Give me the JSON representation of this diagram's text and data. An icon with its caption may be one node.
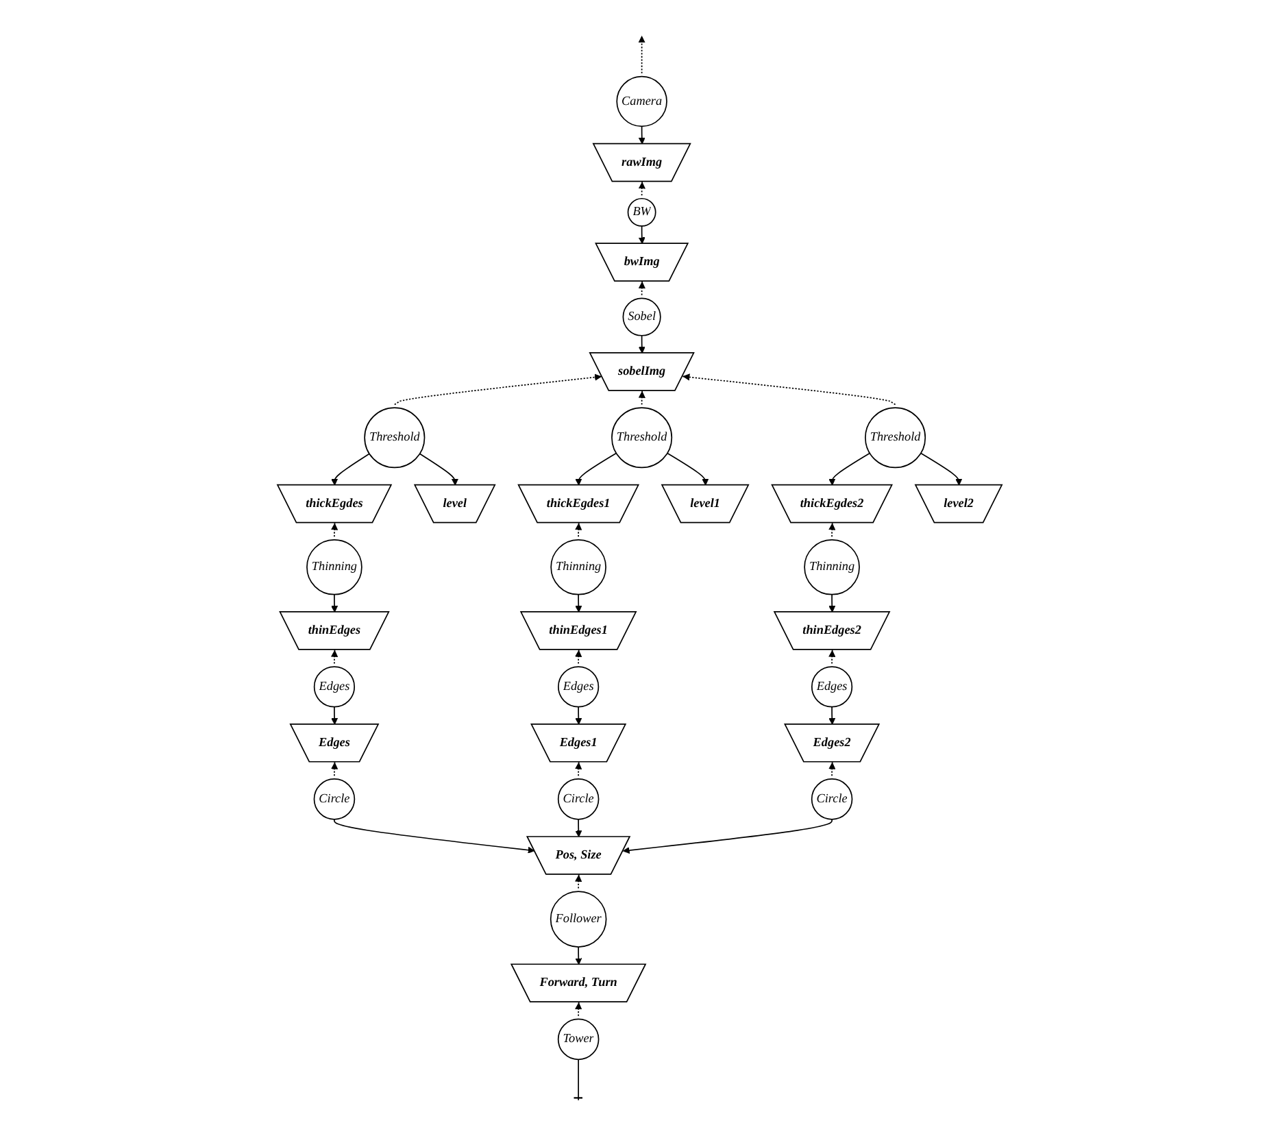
{
  "diagram": {
    "nodes": [
      {
        "text": [
          "rawImg"
        ]
      },
      {
        "text": [
          "bwImg"
        ]
      },
      {
        "text": [
          "sobelImg"
        ]
      },
      {
        "text": [
          "thickEgdes"
        ]
      },
      {
        "text": [
          "thinEdges"
        ]
      },
      {
        "text": [
          "Edges"
        ]
      },
      {
        "text": [
          "Pos, Size"
        ]
      },
      {
        "text": [
          "Forward, Turn"
        ]
      },
      {
        "text": [
          "Camera"
        ]
      },
      {
        "text": [
          "BW"
        ]
      },
      {
        "text": [
          "Sobel"
        ]
      },
      {
        "text": [
          "Threshold"
        ]
      },
      {
        "text": [
          "Thinning"
        ]
      },
      {
        "text": [
          "Edges"
        ]
      },
      {
        "text": [
          "Circle"
        ]
      },
      {
        "text": [
          "Follower"
        ]
      },
      {
        "text": [
          "Tower"
        ]
      },
      {
        "text": [
          "level"
        ]
      },
      {
        "text": [
          "thickEgdes1"
        ]
      },
      {
        "text": [
          "thinEdges1"
        ]
      },
      {
        "text": [
          "Edges1"
        ]
      },
      {
        "text": [
          "Threshold"
        ]
      },
      {
        "text": [
          "Thinning"
        ]
      },
      {
        "text": [
          "Edges"
        ]
      },
      {
        "text": [
          "Circle"
        ]
      },
      {
        "text": [
          "level1"
        ]
      },
      {
        "text": [
          "thickEgdes2"
        ]
      },
      {
        "text": [
          "thinEdges2"
        ]
      },
      {
        "text": [
          "Edges2"
        ]
      },
      {
        "text": [
          "Threshold"
        ]
      },
      {
        "text": [
          "Thinning"
        ]
      },
      {
        "text": [
          "Edges"
        ]
      },
      {
        "text": [
          "Circle"
        ]
      },
      {
        "text": [
          "level2"
        ]
      }
    ],
    "edges": [
      {
        "from": 8,
        "to": null,
        "arrow": "to",
        "style": "dashed"
      },
      {
        "from": 8,
        "to": 0,
        "arrow": "to"
      },
      {
        "from": 9,
        "to": 0,
        "arrow": "to",
        "style": "dashed"
      },
      {
        "from": 9,
        "to": 1,
        "arrow": "to"
      },
      {
        "from": 10,
        "to": 1,
        "arrow": "to",
        "style": "dashed"
      },
      {
        "from": 10,
        "to": 2,
        "arrow": "to"
      },
      {
        "from": 11,
        "to": 2,
        "arrow": "to",
        "style": "dashed"
      },
      {
        "from": 11,
        "to": 3,
        "arrow": "to"
      },
      {
        "from": 12,
        "to": 3,
        "arrow": "to",
        "style": "dashed"
      },
      {
        "from": 12,
        "to": 4,
        "arrow": "to"
      },
      {
        "from": 13,
        "to": 4,
        "arrow": "to",
        "style": "dashed"
      },
      {
        "from": 13,
        "to": 5,
        "arrow": "to"
      },
      {
        "from": 14,
        "to": 5,
        "arrow": "to",
        "style": "dashed"
      },
      {
        "from": 14,
        "to": 6,
        "arrow": "to"
      },
      {
        "from": 15,
        "to": 6,
        "arrow": "to",
        "style": "dashed"
      },
      {
        "from": 15,
        "to": 7,
        "arrow": "to"
      },
      {
        "from": 16,
        "to": 7,
        "arrow": "to",
        "style": "dashed"
      },
      {
        "from": 16,
        "to": null,
        "arrow": "other"
      },
      {
        "from": 11,
        "to": 17,
        "arrow": "to"
      },
      {
        "from": 21,
        "to": 2,
        "arrow": "to",
        "style": "dashed"
      },
      {
        "from": 21,
        "to": 18,
        "arrow": "to"
      },
      {
        "from": 22,
        "to": 18,
        "arrow": "to",
        "style": "dashed"
      },
      {
        "from": 22,
        "to": 19,
        "arrow": "to"
      },
      {
        "from": 23,
        "to": 19,
        "arrow": "to",
        "style": "dashed"
      },
      {
        "from": 23,
        "to": 20,
        "arrow": "to"
      },
      {
        "from": 24,
        "to": 20,
        "arrow": "to",
        "style": "dashed"
      },
      {
        "from": 24,
        "to": 6,
        "arrow": "to"
      },
      {
        "from": 21,
        "to": 25,
        "arrow": "to"
      },
      {
        "from": 29,
        "to": 2,
        "arrow": "to",
        "style": "dashed"
      },
      {
        "from": 29,
        "to": 26,
        "arrow": "to"
      },
      {
        "from": 30,
        "to": 26,
        "arrow": "to",
        "style": "dashed"
      },
      {
        "from": 30,
        "to": 27,
        "arrow": "to"
      },
      {
        "from": 31,
        "to": 27,
        "arrow": "to",
        "style": "dashed"
      },
      {
        "from": 31,
        "to": 28,
        "arrow": "to"
      },
      {
        "from": 32,
        "to": 28,
        "arrow": "to",
        "style": "dashed"
      },
      {
        "from": 32,
        "to": 6,
        "arrow": "to"
      },
      {
        "from": 29,
        "to": 33,
        "arrow": "to"
      }
    ]
  }
}
